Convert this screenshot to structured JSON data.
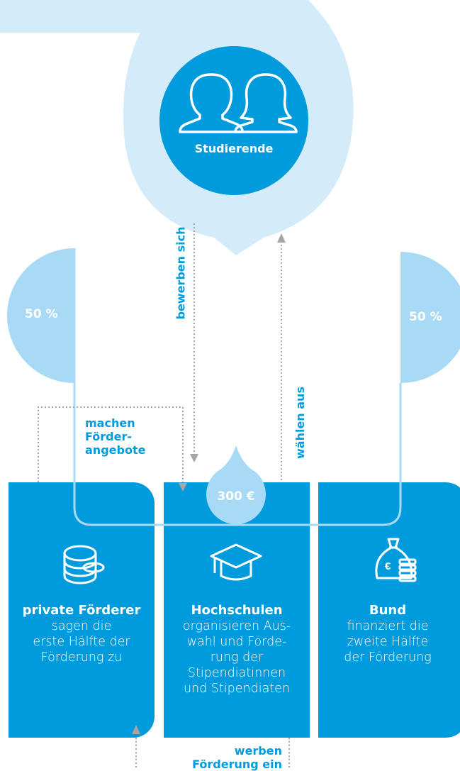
{
  "center_label": "Studierende",
  "percent_left": "50 %",
  "percent_right": "50 %",
  "amount": "300 €",
  "arrows": {
    "apply": "bewerben sich",
    "select": "wählen aus",
    "offers": [
      "machen",
      "Förder-",
      "angebote"
    ],
    "recruit": [
      "werben",
      "Förderung ein"
    ]
  },
  "cards": [
    {
      "title": "private Förderer",
      "lines": [
        "sagen die",
        "erste Hälfte der",
        "Förderung zu"
      ],
      "icon": "coins-icon"
    },
    {
      "title": "Hochschulen",
      "lines": [
        "organisieren Aus-",
        "wahl und Förde-",
        "rung der",
        "Stipendiatinnen",
        "und Stipendiaten"
      ],
      "icon": "graduation-cap-icon"
    },
    {
      "title": "Bund",
      "lines": [
        "finanziert die",
        "zweite Hälfte",
        "der Förderung"
      ],
      "icon": "money-bag-icon"
    }
  ],
  "colors": {
    "primary": "#009bdc",
    "light": "#a8d9f5",
    "pale": "#d4ecfa",
    "dots": "#a6a6a6"
  }
}
